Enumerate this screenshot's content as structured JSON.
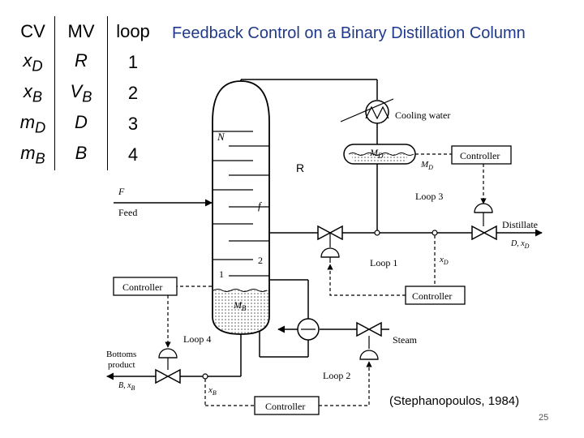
{
  "slide": {
    "title": "Feedback Control on a Binary Distillation Column",
    "citation": "(Stephanopoulos, 1984)",
    "page_number": "25",
    "r_annotation": "R"
  },
  "table": {
    "headers": [
      "CV",
      "MV",
      "loop"
    ],
    "rows": [
      {
        "cv": "x",
        "cv_sub": "D",
        "mv": "R",
        "mv_sub": "",
        "loop": "1"
      },
      {
        "cv": "x",
        "cv_sub": "B",
        "mv": "V",
        "mv_sub": "B",
        "loop": "2"
      },
      {
        "cv": "m",
        "cv_sub": "D",
        "mv": "D",
        "mv_sub": "",
        "loop": "3"
      },
      {
        "cv": "m",
        "cv_sub": "B",
        "mv": "B",
        "mv_sub": "",
        "loop": "4"
      }
    ]
  },
  "diagram": {
    "cooling_water": "Cooling water",
    "accumulator": "M",
    "accumulator_sub": "D",
    "md_signal": "M",
    "md_signal_sub": "D",
    "controller": "Controller",
    "loop1": "Loop 1",
    "loop2": "Loop 2",
    "loop3": "Loop 3",
    "loop4": "Loop 4",
    "distillate": "Distillate",
    "distillate_stream": "D, x",
    "distillate_stream_sub": "D",
    "xd_signal": "x",
    "xd_signal_sub": "D",
    "feed_symbol": "F",
    "feed": "Feed",
    "tray_n": "N",
    "tray_f": "f",
    "tray_2": "2",
    "tray_1": "1",
    "sump": "M",
    "sump_sub": "B",
    "steam": "Steam",
    "bottoms_line1": "Bottoms",
    "bottoms_line2": "product",
    "bottoms_stream": "B, x",
    "bottoms_stream_sub": "B",
    "xb_signal": "x",
    "xb_signal_sub": "B"
  }
}
